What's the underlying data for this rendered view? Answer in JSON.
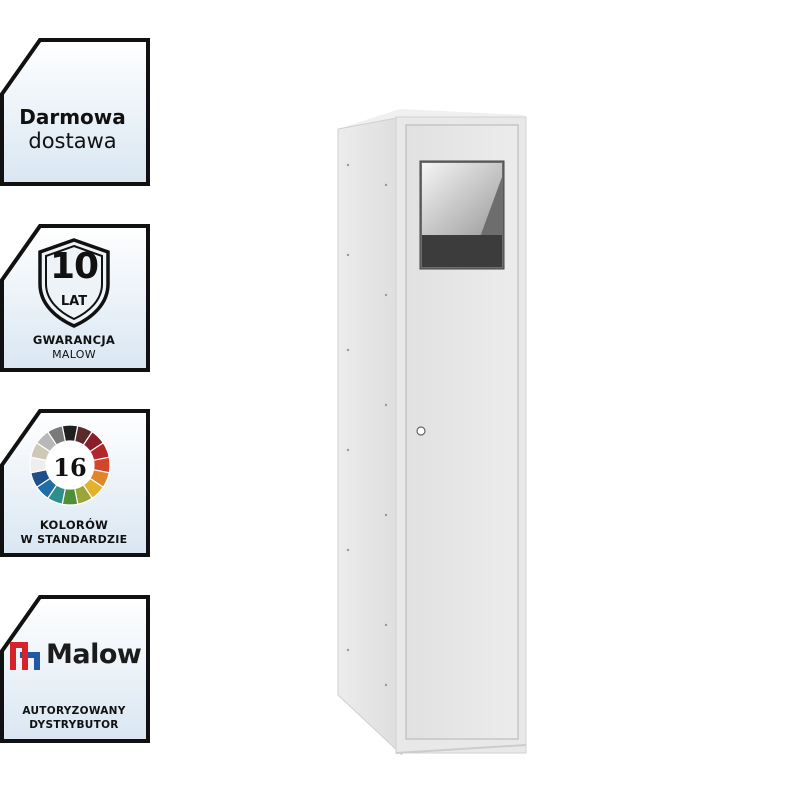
{
  "badges": {
    "delivery": {
      "line1": "Darmowa",
      "line2": "dostawa"
    },
    "warranty": {
      "number": "10",
      "unit": "LAT",
      "line1": "GWARANCJA",
      "line2": "MALOW"
    },
    "colors": {
      "number": "16",
      "line1": "KOLORÓW",
      "line2": "W STANDARDZIE"
    },
    "brand": {
      "name": "Malow",
      "line1": "AUTORYZOWANY",
      "line2": "DYSTRYBUTOR"
    }
  },
  "colors": {
    "badge_border": "#111111",
    "badge_fill_top": "#ffffff",
    "badge_fill_bottom": "#dde8f3",
    "locker_body": "#e6e6e6",
    "locker_side": "#dcdcdc",
    "brand_red": "#d7222b",
    "brand_blue": "#1f5aa6"
  },
  "icons": {
    "warranty": "shield-icon",
    "colors": "color-wheel-icon",
    "brand": "malow-logo-icon"
  }
}
